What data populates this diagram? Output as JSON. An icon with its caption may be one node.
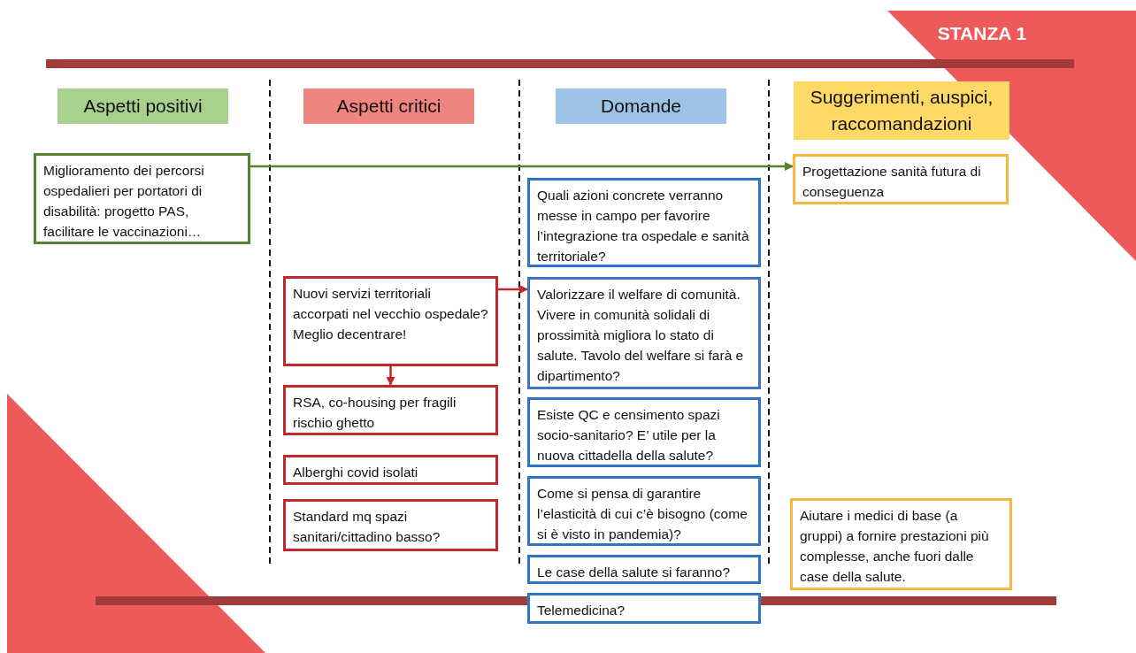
{
  "diagram": {
    "title": "STANZA 1",
    "nodes": [
      {
        "text": [
          "Aspetti positivi"
        ]
      },
      {
        "text": [
          "Aspetti critici"
        ]
      },
      {
        "text": [
          "Domande"
        ]
      },
      {
        "text": [
          "Suggerimenti, auspici, raccomandazioni"
        ]
      },
      {
        "text": [
          "Miglioramento dei percorsi ospedalieri per portatori di disabilità: progetto PAS, facilitare le vaccinazioni…"
        ]
      },
      {
        "text": [
          "Nuovi servizi territoriali accorpati nel vecchio ospedale? Meglio decentrare!"
        ]
      },
      {
        "text": [
          "RSA, co-housing per fragili rischio ghetto"
        ]
      },
      {
        "text": [
          "Alberghi covid isolati"
        ]
      },
      {
        "text": [
          "Standard mq spazi sanitari/cittadino basso?"
        ]
      },
      {
        "text": [
          "Quali azioni concrete verranno messe in campo per favorire l’integrazione tra ospedale e sanità territoriale?"
        ]
      },
      {
        "text": [
          "Valorizzare il welfare di comunità. Vivere in comunità solidali di prossimità migliora lo stato di salute. Tavolo del welfare si farà e dipartimento?"
        ]
      },
      {
        "text": [
          "Esiste QC e censimento spazi socio-sanitario? E’ utile per la nuova cittadella della salute?"
        ]
      },
      {
        "text": [
          "Come si pensa di garantire l’elasticità di cui c’è bisogno (come si è visto in pandemia)?"
        ]
      },
      {
        "text": [
          "Le case della salute si faranno?"
        ]
      },
      {
        "text": [
          "Telemedicina?"
        ]
      },
      {
        "text": [
          "Progettazione sanità futura di conseguenza"
        ]
      },
      {
        "text": [
          "Aiutare i medici di base (a gruppi) a fornire prestazioni più complesse, anche fuori dalle case della salute."
        ]
      }
    ],
    "edges": [
      {
        "from": 4,
        "to": 15,
        "arrow": "to",
        "color": "#548235"
      },
      {
        "from": 5,
        "to": 10,
        "arrow": "to",
        "color": "#c0282d"
      },
      {
        "from": 5,
        "to": 6,
        "arrow": "to",
        "color": "#c0282d"
      }
    ]
  }
}
